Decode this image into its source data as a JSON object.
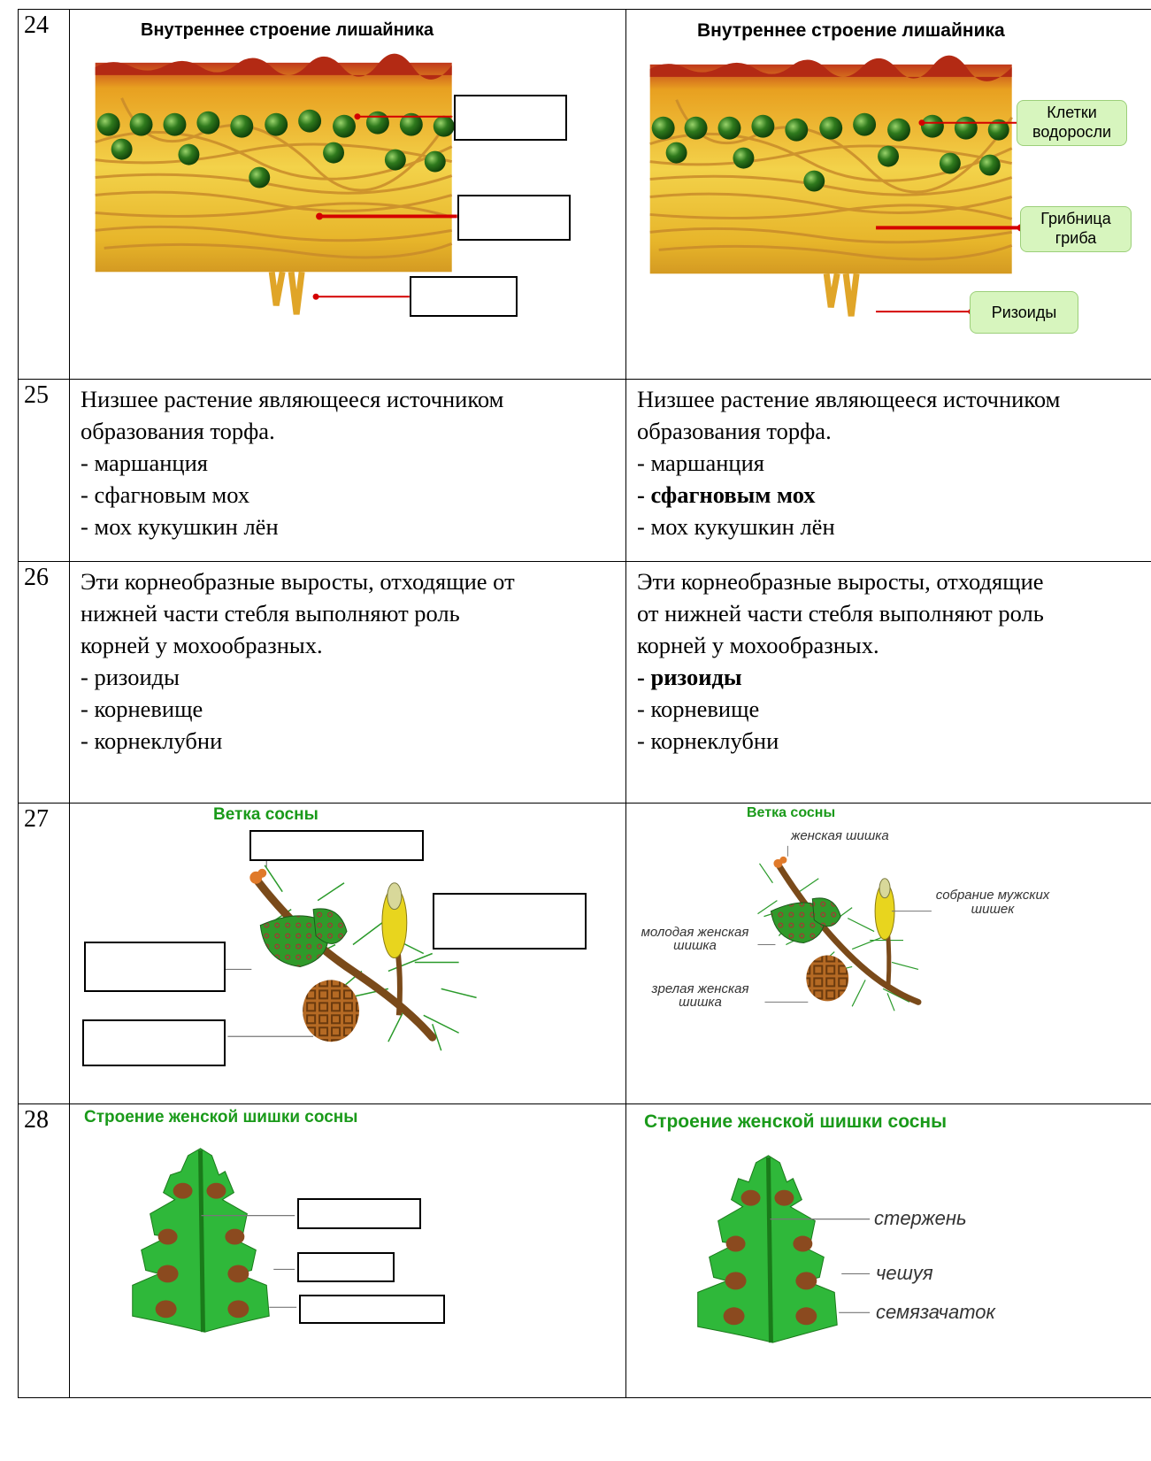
{
  "rows": [
    {
      "num": "24",
      "left": {
        "title": "Внутреннее строение лишайника"
      },
      "right": {
        "title": "Внутреннее строение лишайника",
        "labels": [
          "Клетки водоросли",
          "Грибница гриба",
          "Ризоиды"
        ]
      }
    },
    {
      "num": "25",
      "left": {
        "lines": [
          "Низшее растение являющееся источником",
          "образования торфа.",
          "- маршанция",
          "- сфагновым мох",
          "- мох кукушкин лён"
        ]
      },
      "right": {
        "lines": [
          "Низшее растение являющееся источником",
          "образования торфа.",
          "- маршанция",
          "- сфагновым мох",
          "- мох кукушкин лён"
        ],
        "answer_index": 3
      }
    },
    {
      "num": "26",
      "left": {
        "lines": [
          "Эти корнеобразные выросты, отходящие от",
          "нижней части стебля выполняют роль",
          "корней у мохообразных.",
          "- ризоиды",
          "- корневище",
          "- корнеклубни"
        ]
      },
      "right": {
        "lines": [
          "Эти корнеобразные выросты, отходящие",
          "от нижней части стебля выполняют роль",
          "корней у мохообразных.",
          "- ризоиды",
          "- корневище",
          "- корнеклубни"
        ],
        "answer_index": 3
      }
    },
    {
      "num": "27",
      "left": {
        "title": "Ветка сосны"
      },
      "right": {
        "title": "Ветка сосны",
        "labels": [
          "женская шишка",
          "собрание мужских шишек",
          "молодая женская шишка",
          "зрелая женская шишка"
        ]
      }
    },
    {
      "num": "28",
      "left": {
        "title": "Строение женской шишки сосны"
      },
      "right": {
        "title": "Строение женской шишки сосны",
        "labels": [
          "стержень",
          "чешуя",
          "семязачаток"
        ]
      }
    }
  ],
  "colors": {
    "title_green": "#1a9a1a",
    "arrow_red": "#d40000",
    "leaf_green": "#2fb83a",
    "seed_brown": "#8b4a1f"
  }
}
